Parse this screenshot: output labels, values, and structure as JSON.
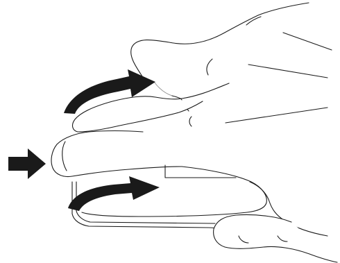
{
  "illustration": {
    "subject": "hand-grip-diagram",
    "line_color": "#1a1a1a",
    "arrow_color": "#1a1a1a",
    "background": "#ffffff",
    "arrows": [
      {
        "name": "upper-curved-arrow",
        "direction": "right"
      },
      {
        "name": "lower-curved-arrow",
        "direction": "right"
      },
      {
        "name": "push-arrow",
        "direction": "right"
      }
    ]
  }
}
